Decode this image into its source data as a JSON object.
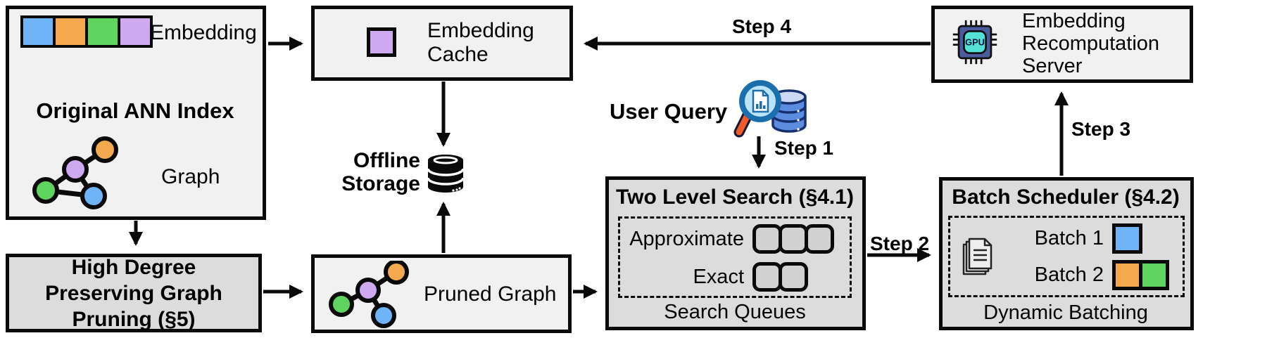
{
  "ann_index": {
    "title": "Original ANN Index",
    "embedding_label": "Embedding",
    "graph_label": "Graph"
  },
  "embedding_cache": {
    "label": "Embedding Cache"
  },
  "offline_storage": {
    "label": "Offline Storage"
  },
  "graph_pruning": {
    "title": "High Degree Preserving Graph Pruning (§5)"
  },
  "pruned_graph": {
    "label": "Pruned Graph"
  },
  "user_query": {
    "label": "User Query"
  },
  "two_level_search": {
    "title": "Two Level Search (§4.1)",
    "approximate_label": "Approximate",
    "exact_label": "Exact",
    "approximate_queue_slots": 3,
    "exact_queue_slots": 2,
    "footer": "Search Queues"
  },
  "batch_scheduler": {
    "title": "Batch Scheduler (§4.2)",
    "batch1_label": "Batch 1",
    "batch2_label": "Batch 2",
    "footer": "Dynamic Batching"
  },
  "recomputation_server": {
    "label": "Embedding Recomputation Server",
    "gpu_chip_text": "GPU"
  },
  "steps": {
    "step1": "Step 1",
    "step2": "Step 2",
    "step3": "Step 3",
    "step4": "Step 4"
  },
  "icons": {
    "embedding_vector_icon": "row of 4 colored squares (blue, orange, green, purple)",
    "graph_icon": "4-node colored graph (green, purple, orange, blue)",
    "pruned_graph_icon": "4-node colored tree, one edge removed",
    "cached_embedding_icon": "single purple square",
    "database_icon": "black cylinder stack",
    "query_magnifier_icon": "magnifying glass with document over blue database",
    "queue_slot_icon": "rounded gray squares",
    "documents_icon": "stacked pages with text lines",
    "batch_square_icons": "blue / orange+green squares",
    "gpu_chip_icon": "indigo chip with cyan screen labeled GPU"
  },
  "colors": {
    "blue": "#6eb4f6",
    "orange": "#f5a94e",
    "green": "#5ed45e",
    "purple": "#cfa9ef",
    "box_light": "#f1f1f1",
    "box_gray": "#dcdcdc",
    "outline": "#0a0a0a",
    "gpu_body": "#4a5b9e",
    "gpu_screen": "#55e0d5",
    "magnifier_ring": "#1c6fad",
    "magnifier_lens": "#bce4f9",
    "magnifier_handle": "#f15a29",
    "query_db_blue": "#5b8ce0"
  }
}
